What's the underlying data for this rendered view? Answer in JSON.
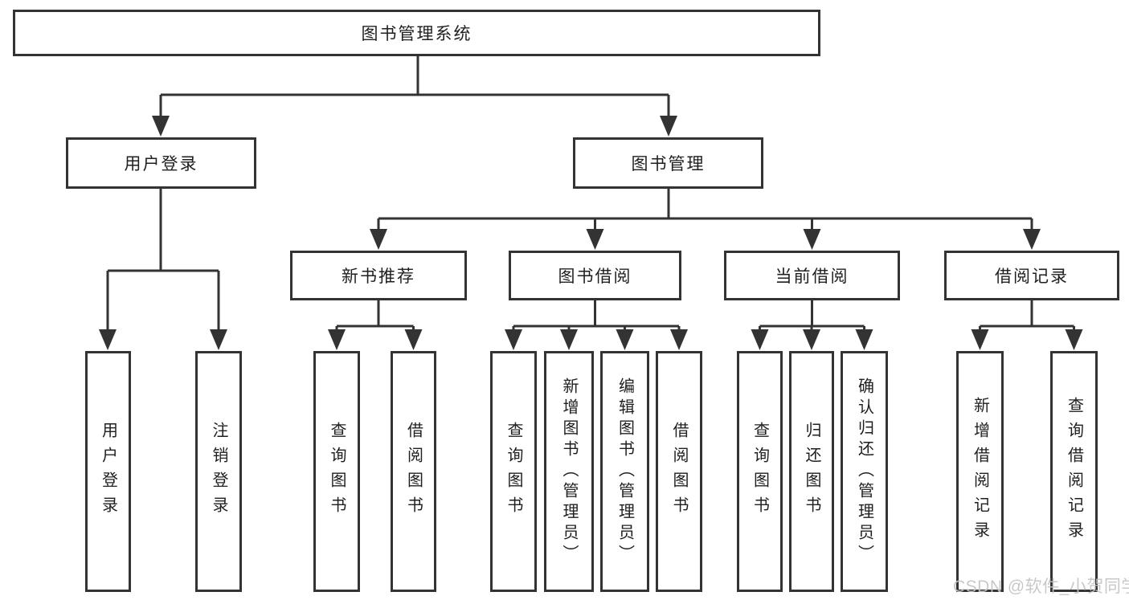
{
  "diagram_title": "图书管理系统",
  "tree": {
    "label": "图书管理系统",
    "children": [
      {
        "label": "用户登录",
        "children": [
          {
            "label": "用户登录"
          },
          {
            "label": "注销登录"
          }
        ]
      },
      {
        "label": "图书管理",
        "children": [
          {
            "label": "新书推荐",
            "children": [
              {
                "label": "查询图书"
              },
              {
                "label": "借阅图书"
              }
            ]
          },
          {
            "label": "图书借阅",
            "children": [
              {
                "label": "查询图书"
              },
              {
                "label": "新增图书（管理员）"
              },
              {
                "label": "编辑图书（管理员）"
              },
              {
                "label": "借阅图书"
              }
            ]
          },
          {
            "label": "当前借阅",
            "children": [
              {
                "label": "查询图书"
              },
              {
                "label": "归还图书"
              },
              {
                "label": "确认归还（管理员）"
              }
            ]
          },
          {
            "label": "借阅记录",
            "children": [
              {
                "label": "新增借阅记录"
              },
              {
                "label": "查询借阅记录"
              }
            ]
          }
        ]
      }
    ]
  },
  "watermark": "CSDN @软件_小贺同学",
  "colors": {
    "line": "#333333",
    "box_border": "#333333",
    "text": "#1f1f1f",
    "watermark": "#c4c4c4",
    "background": "#ffffff"
  }
}
